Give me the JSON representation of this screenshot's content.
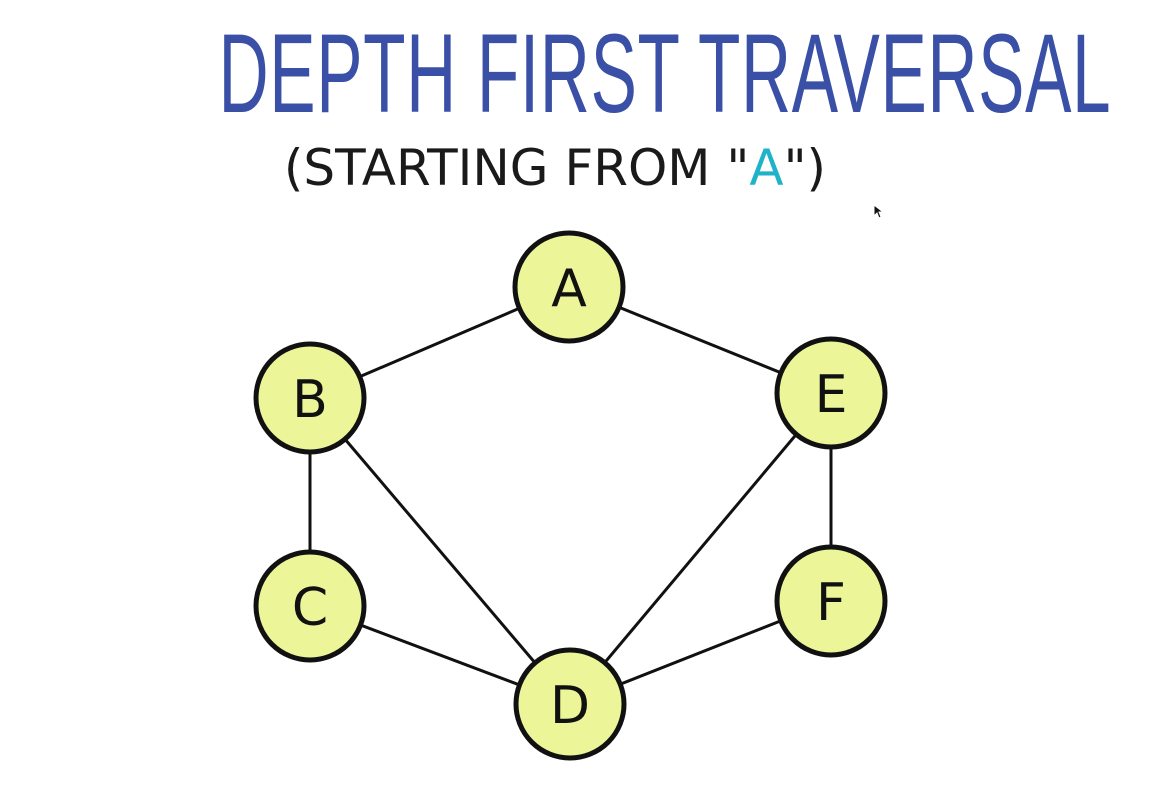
{
  "title": "DEPTH FIRST TRAVERSAL",
  "subtitle": {
    "prefix": "(STARTING FROM \"",
    "start_node": "A",
    "suffix": "\")"
  },
  "colors": {
    "title": "#3a4fa6",
    "start_node": "#1fb3c9",
    "node_fill": "#ecf598",
    "node_stroke": "#111111"
  },
  "graph": {
    "nodes": [
      "A",
      "B",
      "C",
      "D",
      "E",
      "F"
    ],
    "edges": [
      [
        "A",
        "B"
      ],
      [
        "A",
        "E"
      ],
      [
        "B",
        "C"
      ],
      [
        "B",
        "D"
      ],
      [
        "C",
        "D"
      ],
      [
        "D",
        "E"
      ],
      [
        "D",
        "F"
      ],
      [
        "E",
        "F"
      ]
    ]
  }
}
